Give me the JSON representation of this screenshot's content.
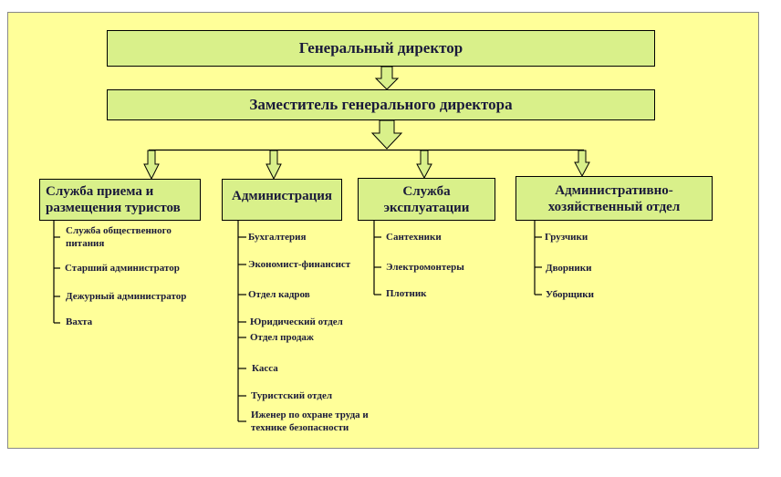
{
  "title": "Генеральный директор",
  "deputy": "Заместитель генерального директора",
  "departments": [
    {
      "name": "Служба приема и размещения туристов",
      "items": [
        "Служба общественного питания",
        "Старший администратор",
        "Дежурный администратор",
        "Вахта"
      ]
    },
    {
      "name": "Администрация",
      "items": [
        "Бухгалтерия",
        "Экономист-финансист",
        "Отдел кадров",
        "Юридический отдел",
        "Отдел продаж",
        "Касса",
        "Туристский отдел",
        "Иженер по охране труда и технике безопасности"
      ]
    },
    {
      "name": "Служба эксплуатации",
      "items": [
        "Сантехники",
        "Электромонтеры",
        "Плотник"
      ]
    },
    {
      "name": "Административно-хозяйственный отдел",
      "items": [
        "Грузчики",
        "Дворники",
        "Уборщики"
      ]
    }
  ],
  "colors": {
    "background": "#ffff99",
    "box": "#d9f08a",
    "text": "#1a1a3a"
  }
}
